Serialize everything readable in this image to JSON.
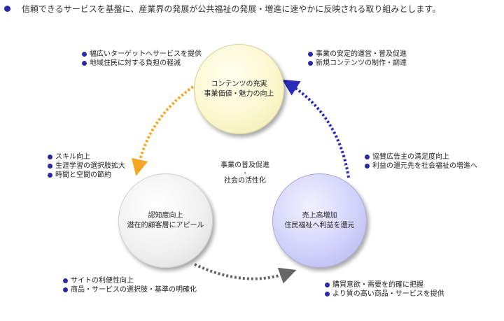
{
  "header": {
    "text": "信頼できるサービスを基盤に、産業界の発展が公共福祉の発展・増進に速やかに反映される取り組みとします。"
  },
  "circles": {
    "top": {
      "line1": "コンテンツの充実",
      "line2": "事業価値・魅力の向上"
    },
    "left": {
      "line1": "認知度向上",
      "line2": "潜在的顧客層にアピール"
    },
    "right": {
      "line1": "売上高増加",
      "line2": "住民福祉へ利益を還元"
    }
  },
  "center": {
    "line1": "事業の普及促進",
    "dot": "・",
    "line2": "社会の活性化"
  },
  "lists": {
    "top_left": [
      "幅広いターゲットへサービスを提供",
      "地域住民に対する負担の軽減"
    ],
    "top_right": [
      "事業の安定的運営・普及促進",
      "新規コンテンツの制作・調達"
    ],
    "mid_left": [
      "スキル向上",
      "生涯学習の選択肢拡大",
      "時間と空間の節約"
    ],
    "mid_right": [
      "協賛広告主の満足度向上",
      "利益の還元先を社会福祉の増進へ"
    ],
    "bottom_left": [
      "サイトの利便性向上",
      "商品・サービスの選択肢・基準の明確化"
    ],
    "bottom_right": [
      "購買意欲・需要を的確に把握",
      "より質の高い商品・サービスを提供"
    ]
  },
  "colors": {
    "arrow_orange": "#f5a623",
    "arrow_blue": "#2b2bb8",
    "arrow_gray": "#666666",
    "bullet": "#2a2aa5"
  }
}
